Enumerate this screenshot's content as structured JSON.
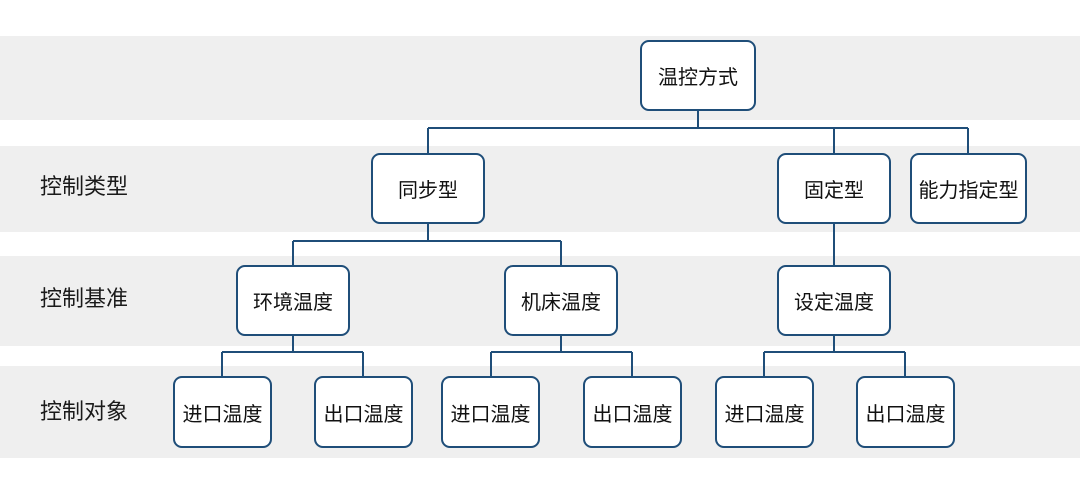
{
  "rows": {
    "type_label": "控制类型",
    "basis_label": "控制基准",
    "object_label": "控制对象"
  },
  "nodes": {
    "root": "温控方式",
    "sync": "同步型",
    "fixed": "固定型",
    "capacity": "能力指定型",
    "ambient": "环境温度",
    "machine": "机床温度",
    "setpoint": "设定温度",
    "inlet_1": "进口温度",
    "outlet_1": "出口温度",
    "inlet_2": "进口温度",
    "outlet_2": "出口温度",
    "inlet_3": "进口温度",
    "outlet_3": "出口温度"
  },
  "colors": {
    "border": "#1f4e79",
    "band": "#efefef"
  }
}
